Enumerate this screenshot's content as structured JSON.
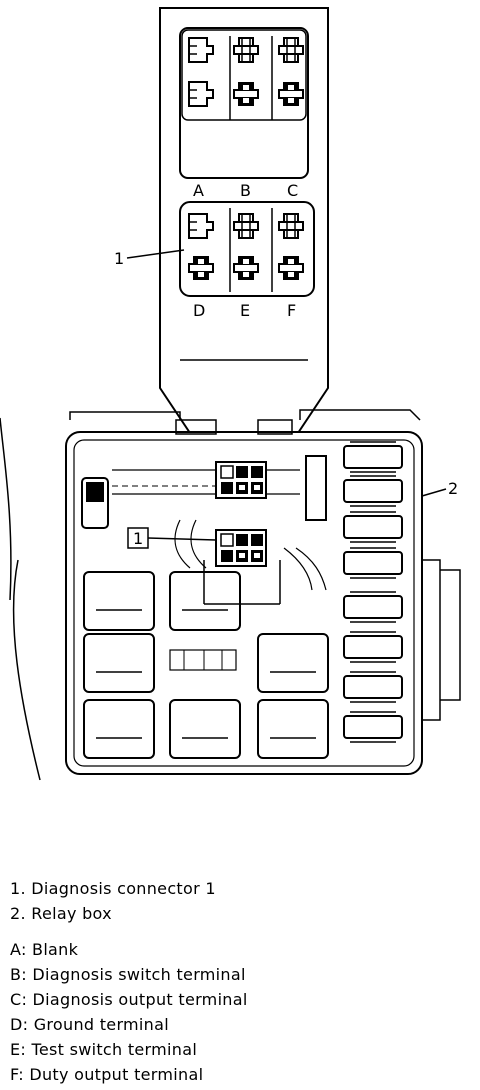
{
  "diagram": {
    "terminal_letters": {
      "a": "A",
      "b": "B",
      "c": "C",
      "d": "D",
      "e": "E",
      "f": "F"
    },
    "callouts": {
      "connector_top": "1",
      "connector_box": "1",
      "relay_box": "2"
    }
  },
  "legend": {
    "parts": [
      "1. Diagnosis connector 1",
      "2. Relay box"
    ],
    "terminals": [
      "A: Blank",
      "B: Diagnosis switch terminal",
      "C: Diagnosis output terminal",
      "D: Ground terminal",
      "E: Test switch terminal",
      "F: Duty output terminal"
    ]
  }
}
